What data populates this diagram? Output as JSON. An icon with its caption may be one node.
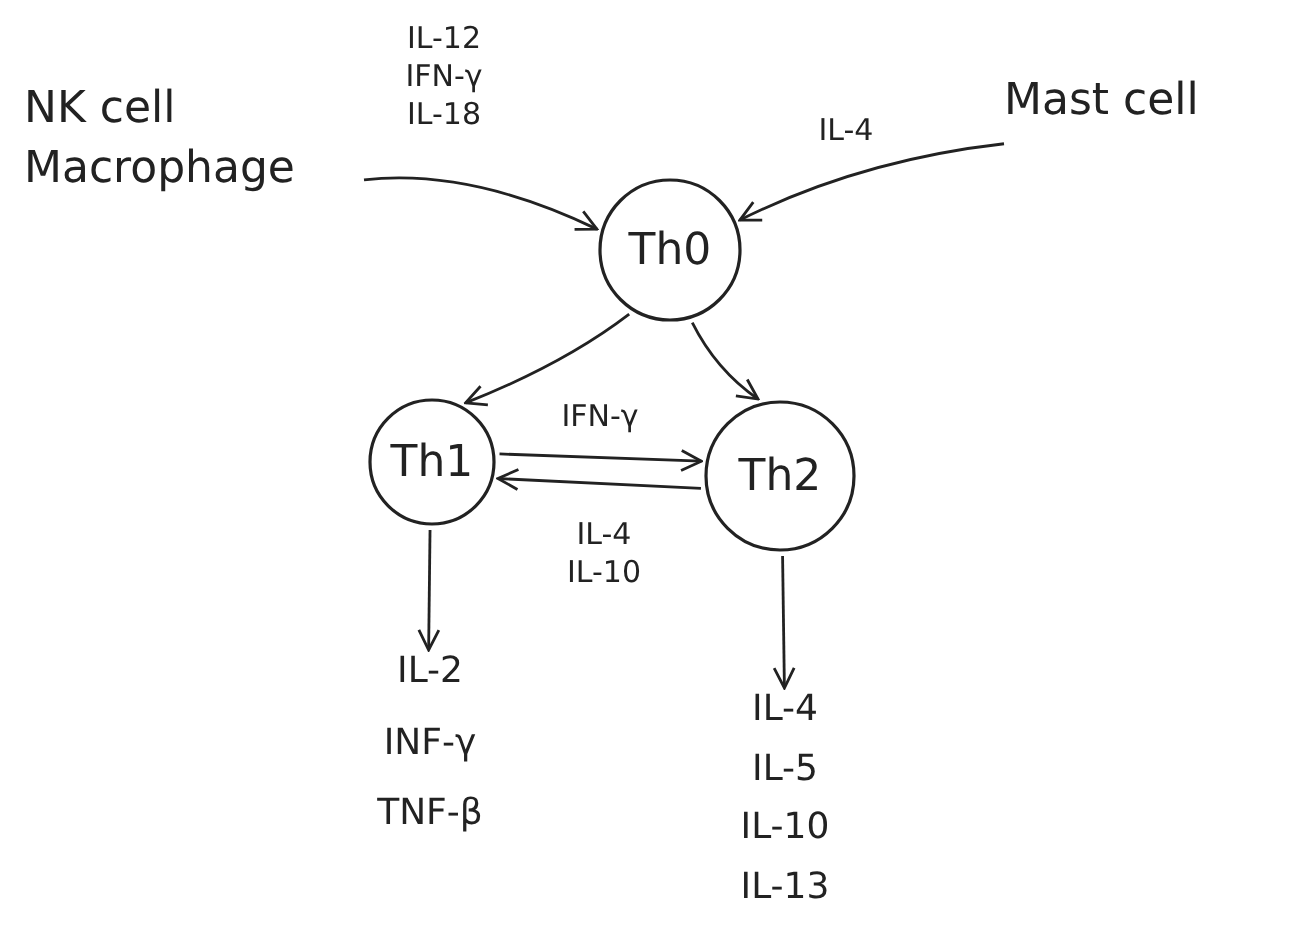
{
  "diagram": {
    "nodes": [
      {
        "text": [
          "NK cell",
          "Macrophage"
        ]
      },
      {
        "text": [
          "Mast cell"
        ]
      },
      {
        "text": [
          "Th0"
        ]
      },
      {
        "text": [
          "Th1"
        ]
      },
      {
        "text": [
          "Th2"
        ]
      },
      {
        "text": [
          "IL-2",
          "INF-γ",
          "TNF-β"
        ]
      },
      {
        "text": [
          "IL-4",
          "IL-5",
          "IL-10",
          "IL-13"
        ]
      }
    ],
    "edges": [
      {
        "from": 0,
        "to": 2,
        "arrow": "to",
        "label": "IL-12 IFN-γ IL-18"
      },
      {
        "from": 1,
        "to": 2,
        "arrow": "to",
        "label": "IL-4"
      },
      {
        "from": 2,
        "to": 3,
        "arrow": "to"
      },
      {
        "from": 2,
        "to": 4,
        "arrow": "to"
      },
      {
        "from": 3,
        "to": 4,
        "arrow": "to",
        "label": "IFN-γ"
      },
      {
        "from": 4,
        "to": 3,
        "arrow": "to",
        "label": "IL-4 IL-10"
      },
      {
        "from": 3,
        "to": 5,
        "arrow": "to"
      },
      {
        "from": 4,
        "to": 6,
        "arrow": "to"
      }
    ]
  }
}
